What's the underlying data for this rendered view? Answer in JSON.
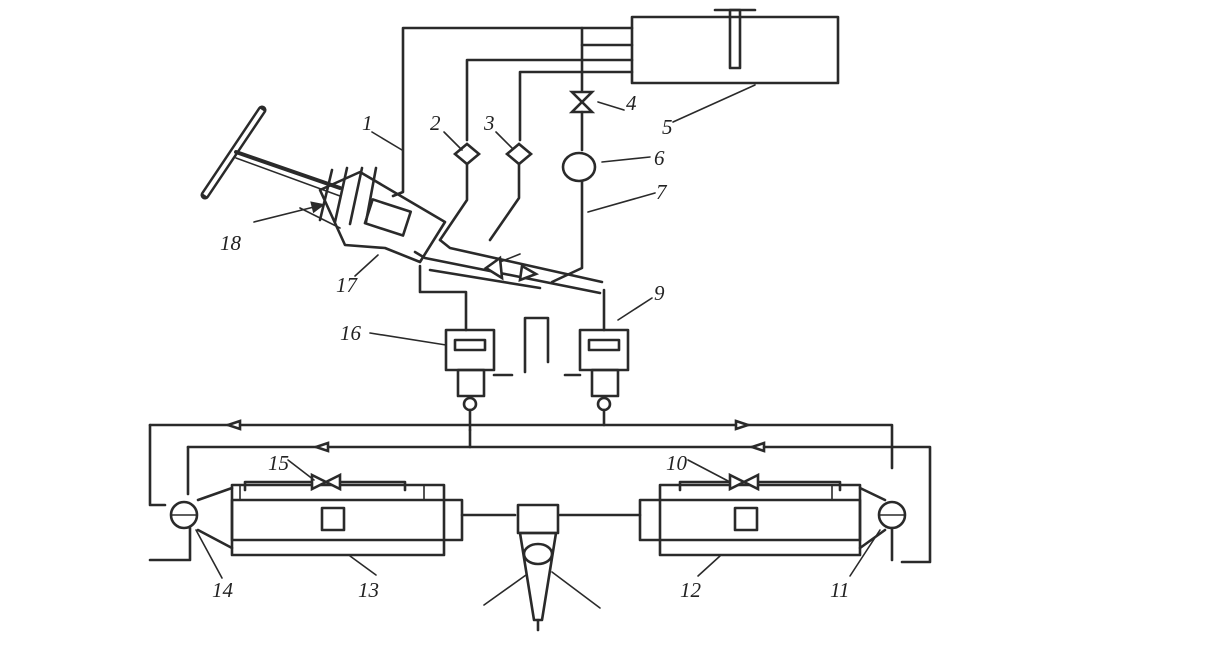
{
  "labels": {
    "l1": "1",
    "l2": "2",
    "l3": "3",
    "l4": "4",
    "l5": "5",
    "l6": "6",
    "l7": "7",
    "l9": "9",
    "l10": "10",
    "l11": "11",
    "l12": "12",
    "l13": "13",
    "l14": "14",
    "l15": "15",
    "l16": "16",
    "l17": "17",
    "l18": "18"
  },
  "colors": {
    "ink": "#2a2a2a",
    "paper": "#ffffff"
  }
}
